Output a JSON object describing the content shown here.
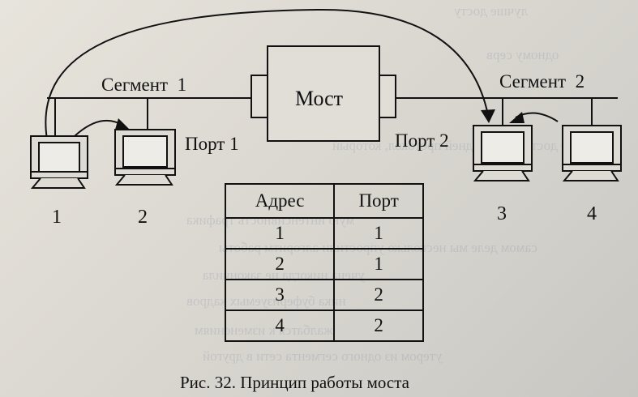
{
  "figure": {
    "segment1_label": "Сегмент  1",
    "segment2_label": "Сегмент  2",
    "bridge_label": "Мост",
    "port1_label": "Порт 1",
    "port2_label": "Порт 2",
    "computers": [
      "1",
      "2",
      "3",
      "4"
    ]
  },
  "table": {
    "headers": [
      "Адрес",
      "Порт"
    ],
    "rows": [
      [
        "1",
        "1"
      ],
      [
        "2",
        "1"
      ],
      [
        "3",
        "2"
      ],
      [
        "4",
        "2"
      ]
    ]
  },
  "caption": "Рис. 32. Принцип работы моста"
}
